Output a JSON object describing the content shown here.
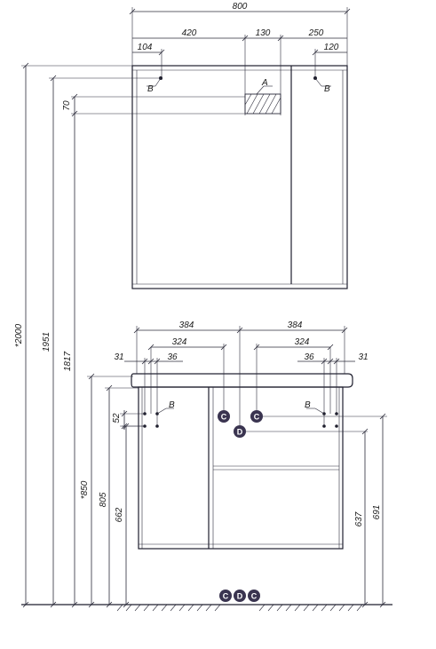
{
  "mirror": {
    "width_total": "800",
    "seg_left": "420",
    "seg_mid": "130",
    "seg_right": "250",
    "offset_left": "104",
    "offset_right": "120",
    "height_70": "70",
    "label_a": "A",
    "label_b_left": "B",
    "label_b_right": "B"
  },
  "cabinet": {
    "w_left": "384",
    "w_right": "384",
    "i_left": "324",
    "i_right": "324",
    "e_left": "31",
    "e_right": "31",
    "h_left": "36",
    "h_right": "36",
    "v52": "52",
    "label_b_left": "B",
    "label_b_right": "B"
  },
  "heights": {
    "h2000": "*2000",
    "h1951": "1951",
    "h1817": "1817",
    "h850": "*850",
    "h805": "805",
    "h662": "662",
    "h637": "637",
    "h691": "691"
  },
  "markers": {
    "c": "C",
    "d": "D"
  }
}
